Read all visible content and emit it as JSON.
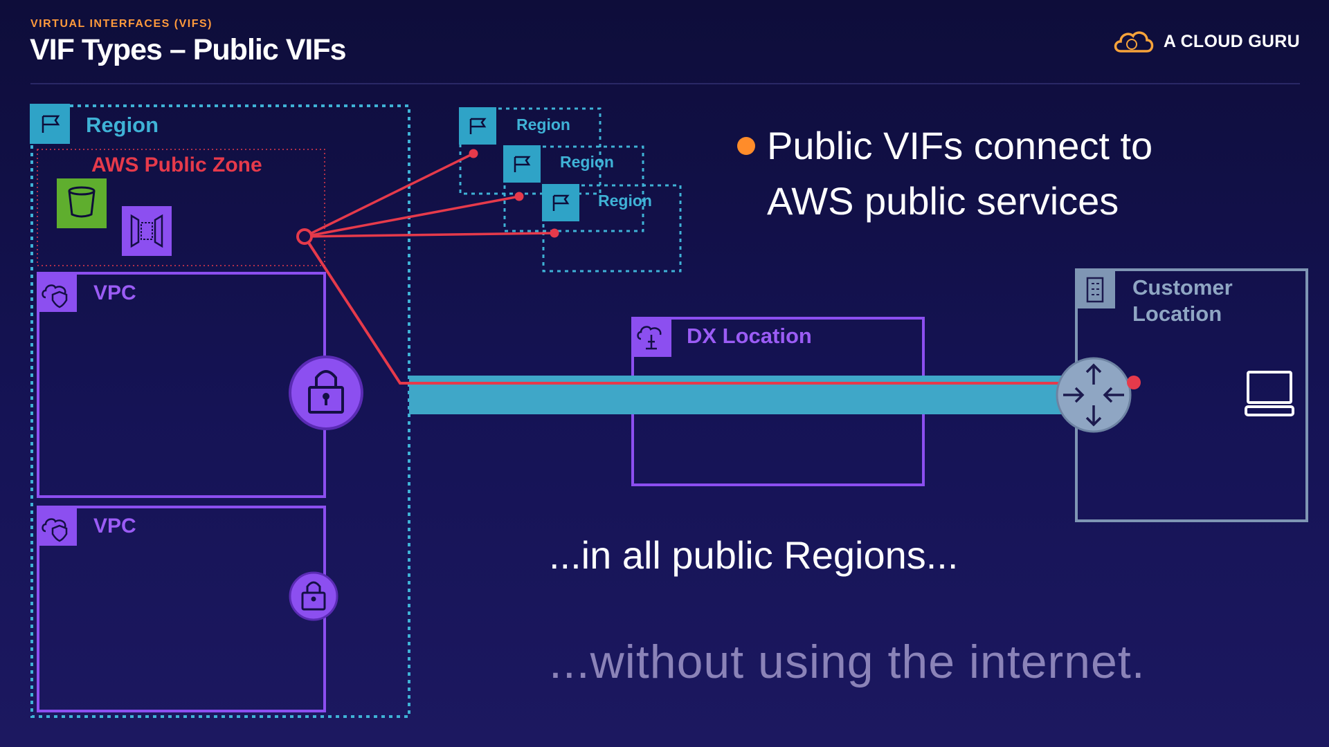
{
  "header": {
    "eyebrow": "VIRTUAL INTERFACES (VIFS)",
    "title": "VIF Types – Public VIFs",
    "brand": "A CLOUD GURU"
  },
  "diagram": {
    "main_region_label": "Region",
    "public_zone_label": "AWS Public Zone",
    "vpc_labels": [
      "VPC",
      "VPC"
    ],
    "remote_region_labels": [
      "Region",
      "Region",
      "Region"
    ],
    "dx_location_label": "DX Location",
    "customer_location_label": [
      "Customer",
      "Location"
    ]
  },
  "text": {
    "bullet_line1": "Public VIFs connect to",
    "bullet_line2": "AWS public services",
    "caption1": "...in all public Regions...",
    "caption2": "...without using the internet."
  },
  "colors": {
    "region": "#3fb2d6",
    "public_zone": "#e63a4b",
    "vpc": "#8c4ff0",
    "customer": "#7f96b4",
    "connection_bar": "#3fa7c8",
    "bullet": "#ff8c2a",
    "s3_icon_bg": "#5fae2e"
  }
}
